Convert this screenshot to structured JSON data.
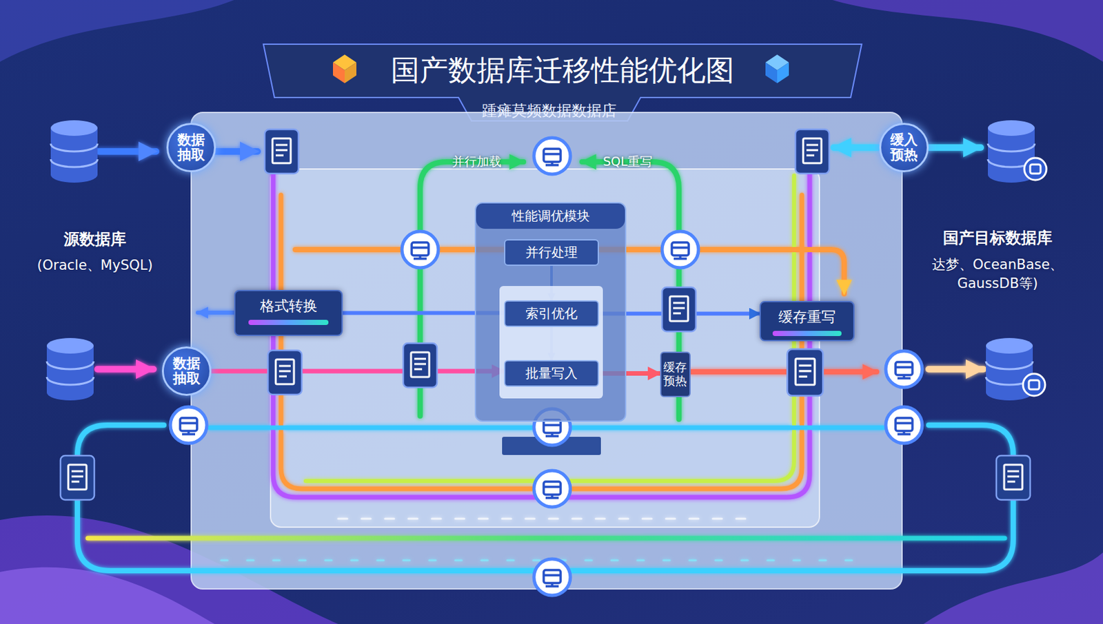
{
  "diagram": {
    "title": "国产数据库迁移性能优化图",
    "caption": "踵瘫莫频数据数据店",
    "nodes": [
      {
        "text": [
          "数据抽取"
        ]
      },
      {
        "text": [
          "缓入预热"
        ]
      },
      {
        "text": [
          "格式转换"
        ]
      },
      {
        "text": [
          "性能调优模块"
        ]
      },
      {
        "text": [
          "并行处理"
        ],
        "in": 3
      },
      {
        "text": [
          "索引优化"
        ],
        "in": 3
      },
      {
        "text": [
          "批量写入"
        ],
        "in": 3
      },
      {
        "text": [
          "缓存重写"
        ]
      },
      {
        "text": [
          "数据抽取"
        ]
      },
      {
        "text": [
          "缓存预热"
        ]
      }
    ],
    "edges": [
      {
        "from": 4,
        "to": 5,
        "arrow": "to"
      },
      {
        "from": 5,
        "to": 6,
        "arrow": "to"
      },
      {
        "from": 2,
        "to": 5,
        "arrow": "none"
      },
      {
        "from": 5,
        "to": 7,
        "arrow": "to"
      },
      {
        "from": 8,
        "to": 6,
        "arrow": "to"
      },
      {
        "from": 6,
        "to": 9,
        "arrow": "to"
      }
    ],
    "labels": [
      "源数据库",
      "(Oracle、MySQL)",
      "国产目标数据库",
      "达梦、OceanBase、GaussDB等)",
      "并行加载",
      "SQL重写"
    ]
  }
}
